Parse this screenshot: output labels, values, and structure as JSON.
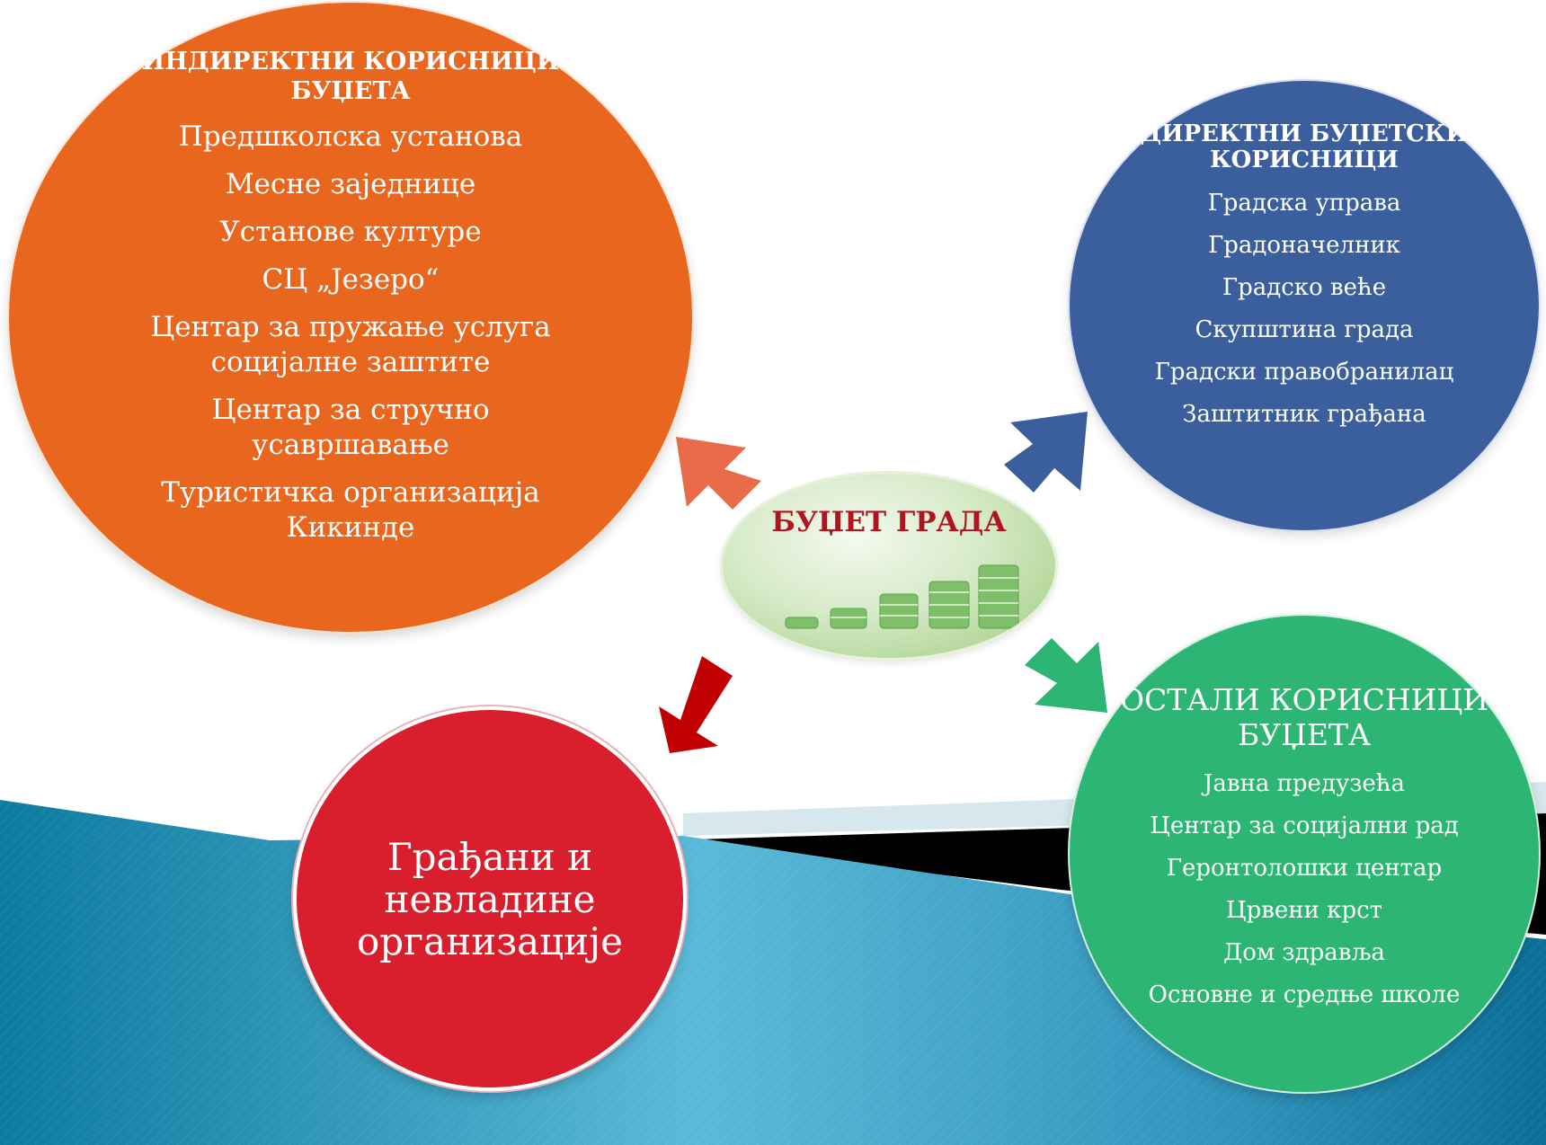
{
  "center": {
    "label": "БУЏЕТ ГРАДА"
  },
  "indirect": {
    "title_lines": [
      "ИНДИРЕКТНИ КОРИСНИЦИ",
      "БУЏЕТА"
    ],
    "items": [
      "Предшколска установа",
      "Месне заједнице",
      "Установе културе",
      "СЦ „Језеро“",
      "Центар за пружање услуга социјалне заштите",
      "Центар за стручно усавршавање",
      "Туристичка организација Кикинде"
    ],
    "color": "#e8661e"
  },
  "direct": {
    "title_lines": [
      "ДИРЕКТНИ БУЏЕТСКИ",
      "КОРИСНИЦИ"
    ],
    "items": [
      "Градска управа",
      "Градоначелник",
      "Градско веће",
      "Скупштина града",
      "Градски правобранилац",
      "Заштитник грађана"
    ],
    "color": "#3a5f9c"
  },
  "other": {
    "title_lines": [
      "ОСТАЛИ КОРИСНИЦИ",
      "БУЏЕТА"
    ],
    "items": [
      "Јавна предузећа",
      "Центар за социјални рад",
      "Геронтолошки центар",
      "Црвени крст",
      "Дом здравља",
      "Основне и средње школе"
    ],
    "color": "#2db573"
  },
  "citizens": {
    "lines": [
      "Грађани и",
      "невладине",
      "организације"
    ],
    "color": "#d91f2e"
  },
  "arrow_colors": {
    "to_indirect": "#ea6b4a",
    "to_direct": "#3a5f9c",
    "to_other": "#2db573",
    "to_citizens": "#c00000"
  }
}
